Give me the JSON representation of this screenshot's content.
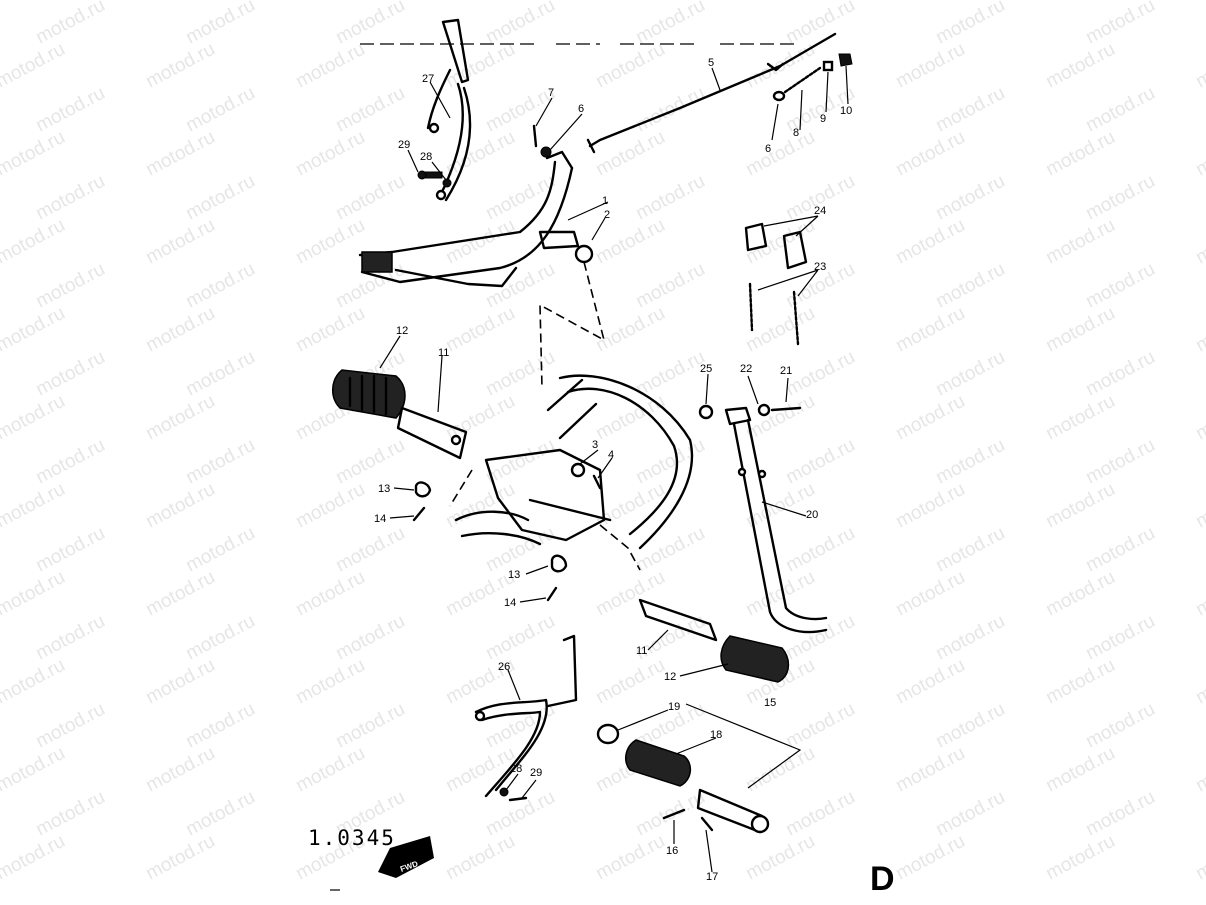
{
  "watermark": {
    "text": "motod.ru",
    "color": "#e6e6e6"
  },
  "diagram": {
    "figure_code": "1.0345",
    "section_letter": "D",
    "fwd_label": "FWD",
    "callouts": [
      {
        "id": "c1",
        "label": "1"
      },
      {
        "id": "c2",
        "label": "2"
      },
      {
        "id": "c3",
        "label": "3"
      },
      {
        "id": "c4",
        "label": "4"
      },
      {
        "id": "c5",
        "label": "5"
      },
      {
        "id": "c6a",
        "label": "6"
      },
      {
        "id": "c6b",
        "label": "6"
      },
      {
        "id": "c7",
        "label": "7"
      },
      {
        "id": "c8",
        "label": "8"
      },
      {
        "id": "c9",
        "label": "9"
      },
      {
        "id": "c10",
        "label": "10"
      },
      {
        "id": "c11a",
        "label": "11"
      },
      {
        "id": "c11b",
        "label": "11"
      },
      {
        "id": "c12a",
        "label": "12"
      },
      {
        "id": "c12b",
        "label": "12"
      },
      {
        "id": "c13a",
        "label": "13"
      },
      {
        "id": "c13b",
        "label": "13"
      },
      {
        "id": "c14a",
        "label": "14"
      },
      {
        "id": "c14b",
        "label": "14"
      },
      {
        "id": "c15",
        "label": "15"
      },
      {
        "id": "c16",
        "label": "16"
      },
      {
        "id": "c17",
        "label": "17"
      },
      {
        "id": "c18",
        "label": "18"
      },
      {
        "id": "c19",
        "label": "19"
      },
      {
        "id": "c20",
        "label": "20"
      },
      {
        "id": "c21",
        "label": "21"
      },
      {
        "id": "c22",
        "label": "22"
      },
      {
        "id": "c23",
        "label": "23"
      },
      {
        "id": "c24",
        "label": "24"
      },
      {
        "id": "c25",
        "label": "25"
      },
      {
        "id": "c26",
        "label": "26"
      },
      {
        "id": "c27",
        "label": "27"
      },
      {
        "id": "c28a",
        "label": "28"
      },
      {
        "id": "c28b",
        "label": "28"
      },
      {
        "id": "c29a",
        "label": "29"
      },
      {
        "id": "c29b",
        "label": "29"
      }
    ]
  }
}
